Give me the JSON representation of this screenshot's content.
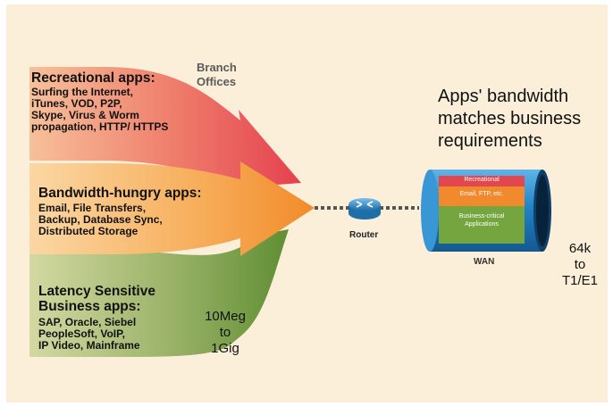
{
  "groups": [
    {
      "title": "Recreational apps:",
      "body": [
        "Surfing the Internet,",
        "iTunes, VOD, P2P,",
        "Skype, Virus & Worm",
        "propagation, HTTP/ HTTPS"
      ]
    },
    {
      "title": "Bandwidth-hungry apps:",
      "body": [
        "Email, File Transfers,",
        "Backup, Database Sync,",
        "Distributed Storage"
      ]
    },
    {
      "title": "Latency Sensitive",
      "title2": "Business apps:",
      "body": [
        "SAP, Oracle, Siebel",
        "PeopleSoft, VoIP,",
        "IP Video, Mainframe"
      ]
    }
  ],
  "branch_label": [
    "Branch",
    "Offices"
  ],
  "router_label": "Router",
  "wan_label": "WAN",
  "headline": [
    "Apps' bandwidth",
    "matches business",
    "requirements"
  ],
  "lan_speed": [
    "10Meg",
    "to",
    "1Gig"
  ],
  "wan_speed": [
    "64k",
    "to",
    "T1/E1"
  ],
  "pipe_layers": [
    "Recreational",
    "Email, FTP, etc.",
    "Business-critical",
    "Applications"
  ],
  "colors": {
    "background": "#fbefd9",
    "recreational": "#e8505a",
    "bandwidth": "#f59a3a",
    "latency": "#6c9a3c",
    "pipe": "#1f7fc4",
    "router": "#3a8ec9"
  }
}
